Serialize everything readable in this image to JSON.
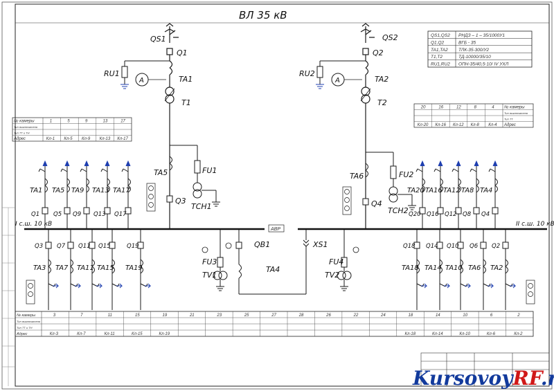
{
  "title": "ВЛ 35 кВ",
  "labels": {
    "qs1": "QS1",
    "q1": "Q1",
    "ta1_top": "TA1",
    "t1": "T1",
    "ru1": "RU1",
    "qs2": "QS2",
    "q2": "Q2",
    "ta2_top": "TA2",
    "t2": "T2",
    "ru2": "RU2",
    "ammeter": "A",
    "ta5": "TA5",
    "fu1": "FU1",
    "q3_main": "Q3",
    "tsn1": "TCH1",
    "ta6": "TA6",
    "fu2": "FU2",
    "q4_main": "Q4",
    "tsn2": "TCH2",
    "bus1": "I с.ш. 10 кВ",
    "bus2": "II с.ш. 10 кВ",
    "avr": "АВР",
    "fu3": "FU3",
    "tv1": "TV1",
    "qb1": "QB1",
    "ta4_mid": "TA4",
    "xs1": "XS1",
    "fu4": "FU4",
    "tv2": "TV2"
  },
  "left_upper_feeders": {
    "tas": [
      "TA1",
      "TA5",
      "TA9",
      "TA13",
      "TA17"
    ],
    "qs": [
      "Q1",
      "Q5",
      "Q9",
      "Q13",
      "Q17"
    ]
  },
  "left_lower_feeders": {
    "qs": [
      "Q3",
      "Q7",
      "Q11",
      "Q15",
      "Q19"
    ],
    "tas": [
      "TA3",
      "TA7",
      "TA11",
      "TA15",
      "TA19"
    ]
  },
  "right_upper_feeders": {
    "tas": [
      "TA20",
      "TA16",
      "TA12",
      "TA8",
      "TA4"
    ],
    "qs": [
      "Q20",
      "Q16",
      "Q12",
      "Q8",
      "Q4"
    ]
  },
  "right_lower_feeders": {
    "qs": [
      "Q18",
      "Q14",
      "Q10",
      "Q6",
      "Q2"
    ],
    "tas": [
      "TA18",
      "TA14",
      "TA10",
      "TA6",
      "TA2"
    ]
  },
  "spec_table": {
    "rows": [
      [
        "QS1,QS2",
        "РНДЗ – 1 – 35/1000У1"
      ],
      [
        "Q1,Q2",
        "ВГБ - 35"
      ],
      [
        "TA1,TA2",
        "ТЛК-35-300/У2"
      ],
      [
        "T1,T2",
        "ТД-10000/35/10"
      ],
      [
        "RU1,RU2",
        "ОПН-35/40,5-10/ IV УХЛ"
      ]
    ]
  },
  "cell_table_left": {
    "header": "№ камеры",
    "nums": [
      "1",
      "5",
      "9",
      "13",
      "17"
    ],
    "row2": "Тип выключателя",
    "row3": "Тип ТТ и ТН",
    "row4": "Адрес",
    "addrs": [
      "Кл-1",
      "Кл-5",
      "Кл-9",
      "Кл-13",
      "Кл-17"
    ]
  },
  "cell_table_right": {
    "header": "№ камеры",
    "nums": [
      "20",
      "16",
      "12",
      "8",
      "4"
    ],
    "row2": "Тип выключателя",
    "row3": "Тип ТТ",
    "row4": "Адрес",
    "addrs": [
      "Кл-20",
      "Кл-16",
      "Кл-12",
      "Кл-8",
      "Кл-4"
    ]
  },
  "bottom_table": {
    "header": "№ камеры",
    "row2": "Тип выключателя",
    "row3": "Тип ТТ и ТН",
    "row4": "Адрес",
    "nums": [
      "3",
      "7",
      "11",
      "15",
      "19",
      "21",
      "23",
      "25",
      "27",
      "28",
      "26",
      "22",
      "24",
      "18",
      "14",
      "10",
      "6",
      "2"
    ],
    "addrs": [
      "Кл-3",
      "Кл-7",
      "Кл-11",
      "Кл-15",
      "Кл-19",
      "",
      "",
      "",
      "",
      "",
      "",
      "",
      "",
      "Кл-18",
      "Кл-14",
      "Кл-10",
      "Кл-6",
      "Кл-2"
    ]
  },
  "watermark": "KursovoyRF.ru",
  "colors": {
    "line": "#1a1a1a",
    "blue": "#1f3fb0",
    "watermark_blue": "#123a9c",
    "watermark_red": "#d01818"
  }
}
